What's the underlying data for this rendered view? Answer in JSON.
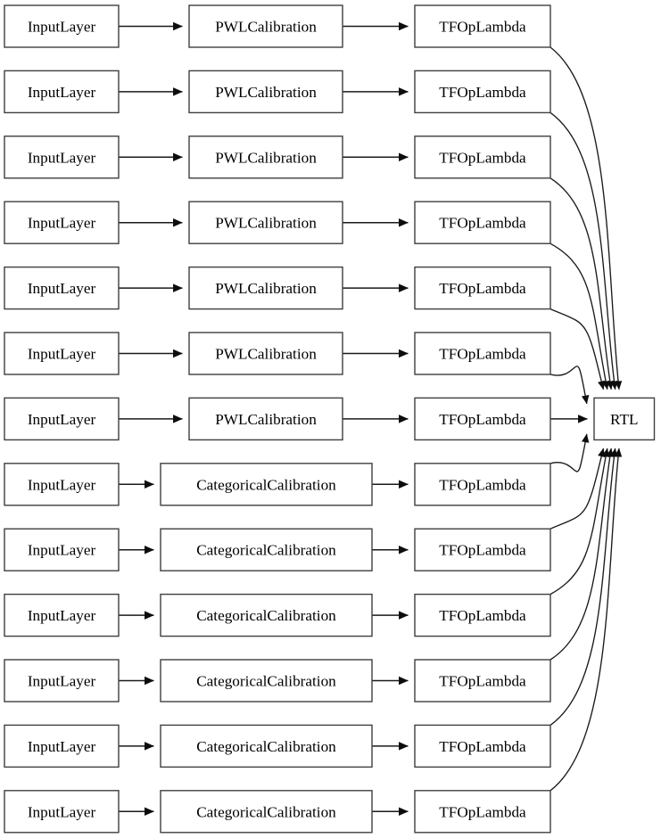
{
  "diagram": {
    "type": "keras-model-architecture-graph",
    "title": "",
    "orientation": "left-to-right",
    "background_color": "#ffffff",
    "node_border_color": "#3f3f3f",
    "node_fill_color": "#ffffff",
    "edge_color": "#1a1a1a",
    "text_color": "#000000",
    "columns": [
      {
        "id": "col-input",
        "label": "InputLayer column"
      },
      {
        "id": "col-calibration",
        "label": "Calibration column"
      },
      {
        "id": "col-tfoplambda",
        "label": "TFOpLambda column"
      },
      {
        "id": "col-output",
        "label": "RTL column"
      }
    ],
    "rows": [
      {
        "index": 1,
        "input": "InputLayer",
        "calibration": "PWLCalibration",
        "lambda": "TFOpLambda"
      },
      {
        "index": 2,
        "input": "InputLayer",
        "calibration": "PWLCalibration",
        "lambda": "TFOpLambda"
      },
      {
        "index": 3,
        "input": "InputLayer",
        "calibration": "PWLCalibration",
        "lambda": "TFOpLambda"
      },
      {
        "index": 4,
        "input": "InputLayer",
        "calibration": "PWLCalibration",
        "lambda": "TFOpLambda"
      },
      {
        "index": 5,
        "input": "InputLayer",
        "calibration": "PWLCalibration",
        "lambda": "TFOpLambda"
      },
      {
        "index": 6,
        "input": "InputLayer",
        "calibration": "PWLCalibration",
        "lambda": "TFOpLambda"
      },
      {
        "index": 7,
        "input": "InputLayer",
        "calibration": "PWLCalibration",
        "lambda": "TFOpLambda"
      },
      {
        "index": 8,
        "input": "InputLayer",
        "calibration": "CategoricalCalibration",
        "lambda": "TFOpLambda"
      },
      {
        "index": 9,
        "input": "InputLayer",
        "calibration": "CategoricalCalibration",
        "lambda": "TFOpLambda"
      },
      {
        "index": 10,
        "input": "InputLayer",
        "calibration": "CategoricalCalibration",
        "lambda": "TFOpLambda"
      },
      {
        "index": 11,
        "input": "InputLayer",
        "calibration": "CategoricalCalibration",
        "lambda": "TFOpLambda"
      },
      {
        "index": 12,
        "input": "InputLayer",
        "calibration": "CategoricalCalibration",
        "lambda": "TFOpLambda"
      },
      {
        "index": 13,
        "input": "InputLayer",
        "calibration": "CategoricalCalibration",
        "lambda": "TFOpLambda"
      }
    ],
    "output_node": {
      "label": "RTL",
      "incoming_edge_count": 13
    },
    "counts": {
      "input_layers": 13,
      "pwl_calibration": 7,
      "categorical_calibration": 6,
      "tfoplambda": 13,
      "rtl": 1,
      "total_nodes": 40
    }
  }
}
